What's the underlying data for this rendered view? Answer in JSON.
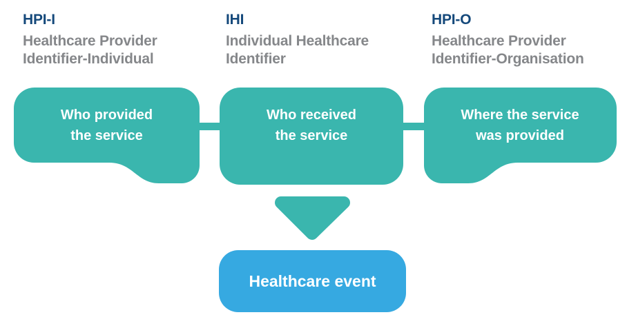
{
  "colors": {
    "teal": "#3AB6AE",
    "blue": "#36A9E1",
    "navy": "#15497B",
    "gray": "#85878A",
    "label_text": "#FFFFFF"
  },
  "headers": [
    {
      "abbr": "HPI-I",
      "line1": "Healthcare Provider",
      "line2": "Identifier-Individual"
    },
    {
      "abbr": "IHI",
      "line1": "Individual Healthcare",
      "line2": "Identifier"
    },
    {
      "abbr": "HPI-O",
      "line1": "Healthcare Provider",
      "line2": "Identifier-Organisation"
    }
  ],
  "boxes": [
    {
      "line1": "Who provided",
      "line2": "the service"
    },
    {
      "line1": "Who received",
      "line2": "the service"
    },
    {
      "line1": "Where the service",
      "line2": "was provided"
    }
  ],
  "event": {
    "label": "Healthcare event"
  }
}
